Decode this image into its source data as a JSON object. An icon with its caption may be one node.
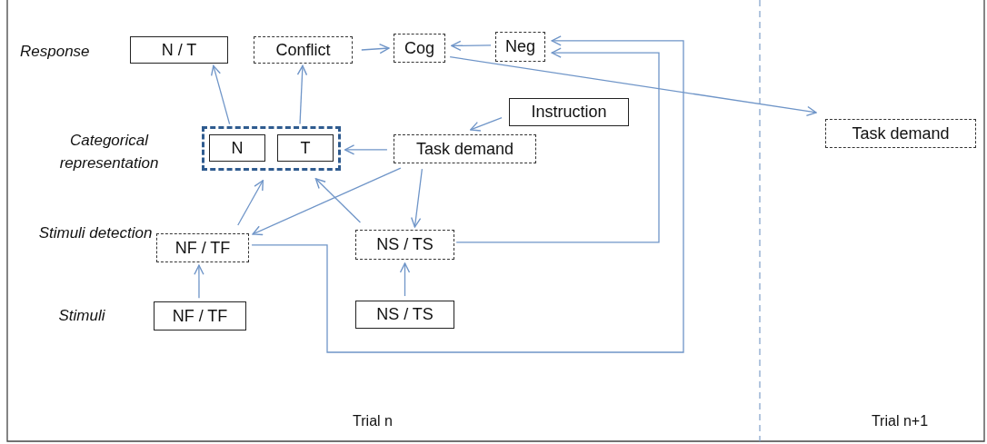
{
  "diagram": {
    "nodes": [
      {
        "text": [
          "N / T"
        ]
      },
      {
        "text": [
          "Conflict"
        ]
      },
      {
        "text": [
          "Cog"
        ]
      },
      {
        "text": [
          "Neg"
        ]
      },
      {
        "text": [
          "Instruction"
        ]
      },
      {
        "text": [],
        "shape": "box"
      },
      {
        "text": [
          "N"
        ],
        "in": 5
      },
      {
        "text": [
          "T"
        ],
        "in": 5
      },
      {
        "text": [
          "Task demand"
        ]
      },
      {
        "text": [
          "Task demand"
        ]
      },
      {
        "text": [
          "NF / TF"
        ]
      },
      {
        "text": [
          "NS / TS"
        ]
      },
      {
        "text": [
          "NF / TF"
        ]
      },
      {
        "text": [
          "NS / TS"
        ]
      }
    ],
    "edges": [
      {
        "from": 5,
        "to": 0,
        "arrow": "to"
      },
      {
        "from": 5,
        "to": 1,
        "arrow": "to"
      },
      {
        "from": 1,
        "to": 2,
        "arrow": "to"
      },
      {
        "from": 3,
        "to": 2,
        "arrow": "to"
      },
      {
        "from": 2,
        "to": 9,
        "arrow": "to"
      },
      {
        "from": 4,
        "to": 8,
        "arrow": "to"
      },
      {
        "from": 8,
        "to": 5,
        "arrow": "to"
      },
      {
        "from": 8,
        "to": 10,
        "arrow": "to"
      },
      {
        "from": 8,
        "to": 11,
        "arrow": "to"
      },
      {
        "from": 10,
        "to": 5,
        "arrow": "to"
      },
      {
        "from": 11,
        "to": 5,
        "arrow": "to"
      },
      {
        "from": 12,
        "to": 10,
        "arrow": "to"
      },
      {
        "from": 13,
        "to": 11,
        "arrow": "to"
      },
      {
        "from": 11,
        "to": 3,
        "arrow": "to"
      },
      {
        "from": 10,
        "to": 3,
        "arrow": "to"
      }
    ],
    "labels": [
      "Response",
      "Categorical representation",
      "Stimuli detection",
      "Stimuli",
      "Trial n",
      "Trial n+1"
    ]
  }
}
